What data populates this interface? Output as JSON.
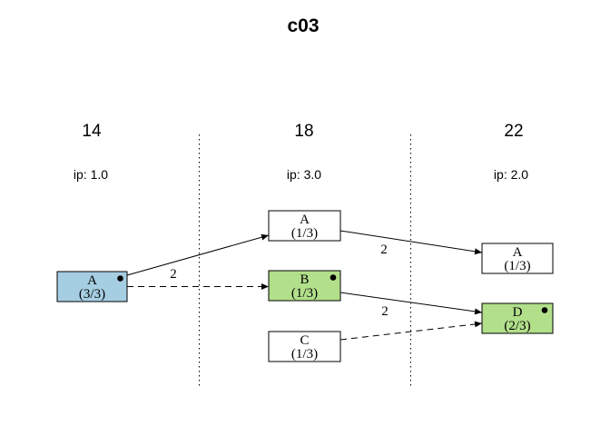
{
  "title": "c03",
  "columns": [
    {
      "header": "14",
      "ip": "ip: 1.0"
    },
    {
      "header": "18",
      "ip": "ip: 3.0"
    },
    {
      "header": "22",
      "ip": "ip: 2.0"
    }
  ],
  "nodes": [
    {
      "id": "A-14",
      "label": "A",
      "fraction": "(3/3)",
      "fill": "#a6cee3",
      "marked": true
    },
    {
      "id": "A-18",
      "label": "A",
      "fraction": "(1/3)",
      "fill": "#ffffff",
      "marked": false
    },
    {
      "id": "B-18",
      "label": "B",
      "fraction": "(1/3)",
      "fill": "#b2df8a",
      "marked": true
    },
    {
      "id": "C-18",
      "label": "C",
      "fraction": "(1/3)",
      "fill": "#ffffff",
      "marked": false
    },
    {
      "id": "A-22",
      "label": "A",
      "fraction": "(1/3)",
      "fill": "#ffffff",
      "marked": false
    },
    {
      "id": "D-22",
      "label": "D",
      "fraction": "(2/3)",
      "fill": "#b2df8a",
      "marked": true
    }
  ],
  "edges": [
    {
      "from": "A-14",
      "to": "A-18",
      "style": "solid",
      "label": "2"
    },
    {
      "from": "A-14",
      "to": "B-18",
      "style": "dashed",
      "label": ""
    },
    {
      "from": "A-18",
      "to": "A-22",
      "style": "solid",
      "label": "2"
    },
    {
      "from": "B-18",
      "to": "D-22",
      "style": "solid",
      "label": "2"
    },
    {
      "from": "C-18",
      "to": "D-22",
      "style": "dashed",
      "label": ""
    }
  ],
  "colors": {
    "background": "#ffffff",
    "node_border": "#000000",
    "node_blue": "#a6cee3",
    "node_green": "#b2df8a",
    "node_white": "#ffffff",
    "edge": "#000000"
  }
}
